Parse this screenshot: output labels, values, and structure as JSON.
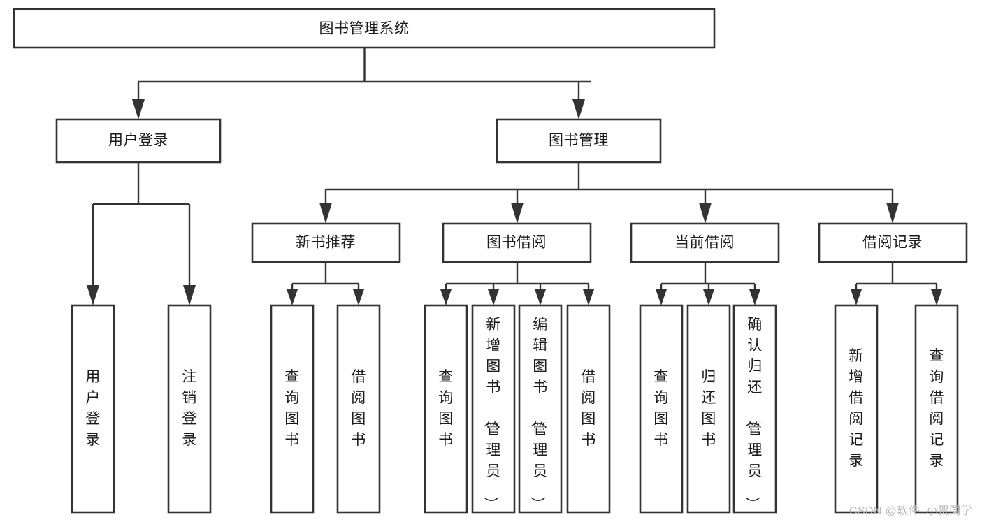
{
  "diagram": {
    "type": "tree-hierarchy",
    "title": "图书管理系统",
    "orientation": "top-down",
    "colors": {
      "box_fill": "#ffffff",
      "box_stroke": "#333333",
      "text": "#1b1b1b",
      "background": "#ffffff",
      "watermark": "#b9b9b9"
    },
    "root": {
      "label": "图书管理系统"
    },
    "level1": [
      {
        "label": "用户登录"
      },
      {
        "label": "图书管理"
      }
    ],
    "level2": [
      {
        "label": "新书推荐"
      },
      {
        "label": "图书借阅"
      },
      {
        "label": "当前借阅"
      },
      {
        "label": "借阅记录"
      }
    ],
    "leaves": {
      "user_login": [
        {
          "label": "用户登录"
        },
        {
          "label": "注销登录"
        }
      ],
      "new_book_recommend": [
        {
          "label": "查询图书"
        },
        {
          "label": "借阅图书"
        }
      ],
      "book_borrow": [
        {
          "label": "查询图书"
        },
        {
          "label": "新增图书（管理员）"
        },
        {
          "label": "编辑图书（管理员）"
        },
        {
          "label": "借阅图书"
        }
      ],
      "current_borrow": [
        {
          "label": "查询图书"
        },
        {
          "label": "归还图书"
        },
        {
          "label": "确认归还（管理员）"
        }
      ],
      "borrow_record": [
        {
          "label": "新增借阅记录"
        },
        {
          "label": "查询借阅记录"
        }
      ]
    }
  },
  "watermark": {
    "text": "CSDN @软件_小贺同学"
  }
}
